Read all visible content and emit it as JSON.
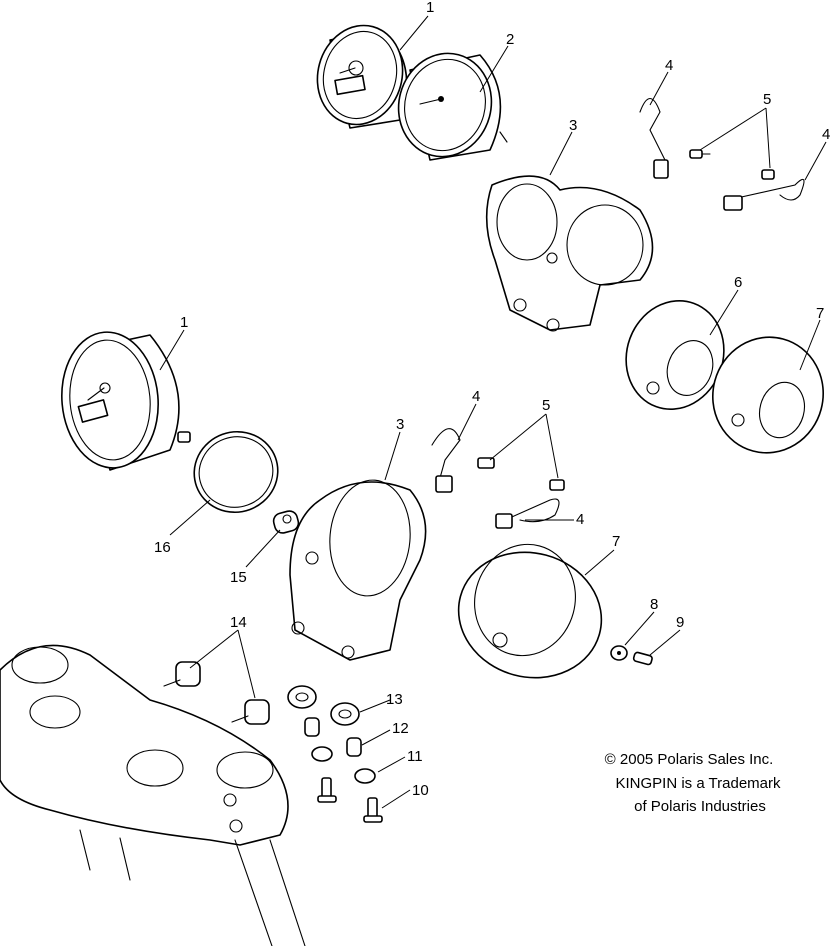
{
  "callouts": {
    "c1a": "1",
    "c2": "2",
    "c3a": "3",
    "c4a": "4",
    "c5a": "5",
    "c4b": "4",
    "c6": "6",
    "c7a": "7",
    "c1b": "1",
    "c16": "16",
    "c15": "15",
    "c3b": "3",
    "c4c": "4",
    "c5b": "5",
    "c4d": "4",
    "c7b": "7",
    "c8": "8",
    "c9": "9",
    "c14": "14",
    "c13": "13",
    "c12": "12",
    "c11": "11",
    "c10": "10"
  },
  "notice": {
    "line1": "© 2005 Polaris Sales Inc.",
    "line2": "KINGPIN is a Trademark",
    "line3": "of Polaris Industries"
  }
}
